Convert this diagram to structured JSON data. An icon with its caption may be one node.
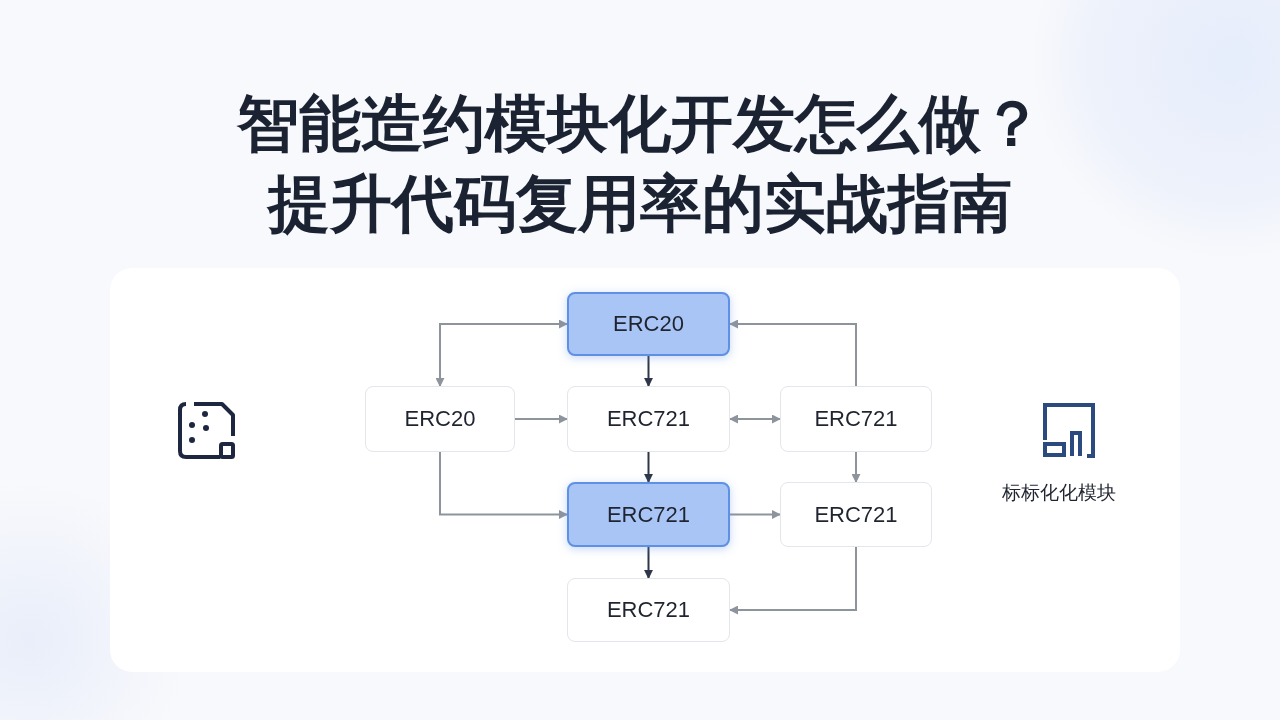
{
  "diagram": {
    "title": "智能造约模块化开发怎么做？提升代码复用率的实战指南",
    "nodes": [
      {
        "text": [
          "ERC20"
        ]
      },
      {
        "text": [
          "ERC20"
        ]
      },
      {
        "text": [
          "ERC721"
        ]
      },
      {
        "text": [
          "ERC721"
        ]
      },
      {
        "text": [
          "ERC721"
        ]
      },
      {
        "text": [
          "ERC721"
        ]
      },
      {
        "text": [
          "ERC721"
        ]
      }
    ],
    "edges": [
      {
        "from": 0,
        "to": 2,
        "arrow": "to",
        "color": "#2d3748"
      },
      {
        "from": 1,
        "to": 0,
        "arrow": "both"
      },
      {
        "from": 3,
        "to": 0,
        "arrow": "to"
      },
      {
        "from": 1,
        "to": 2,
        "arrow": "to"
      },
      {
        "from": 2,
        "to": 3,
        "arrow": "both"
      },
      {
        "from": 2,
        "to": 4,
        "arrow": "to",
        "color": "#2d3748"
      },
      {
        "from": 1,
        "to": 4,
        "arrow": "to"
      },
      {
        "from": 3,
        "to": 5,
        "arrow": "to"
      },
      {
        "from": 4,
        "to": 5,
        "arrow": "to"
      },
      {
        "from": 4,
        "to": 6,
        "arrow": "to",
        "color": "#2d3748"
      },
      {
        "from": 5,
        "to": 6,
        "arrow": "to"
      }
    ],
    "labels": [
      "标标化化模块"
    ]
  }
}
